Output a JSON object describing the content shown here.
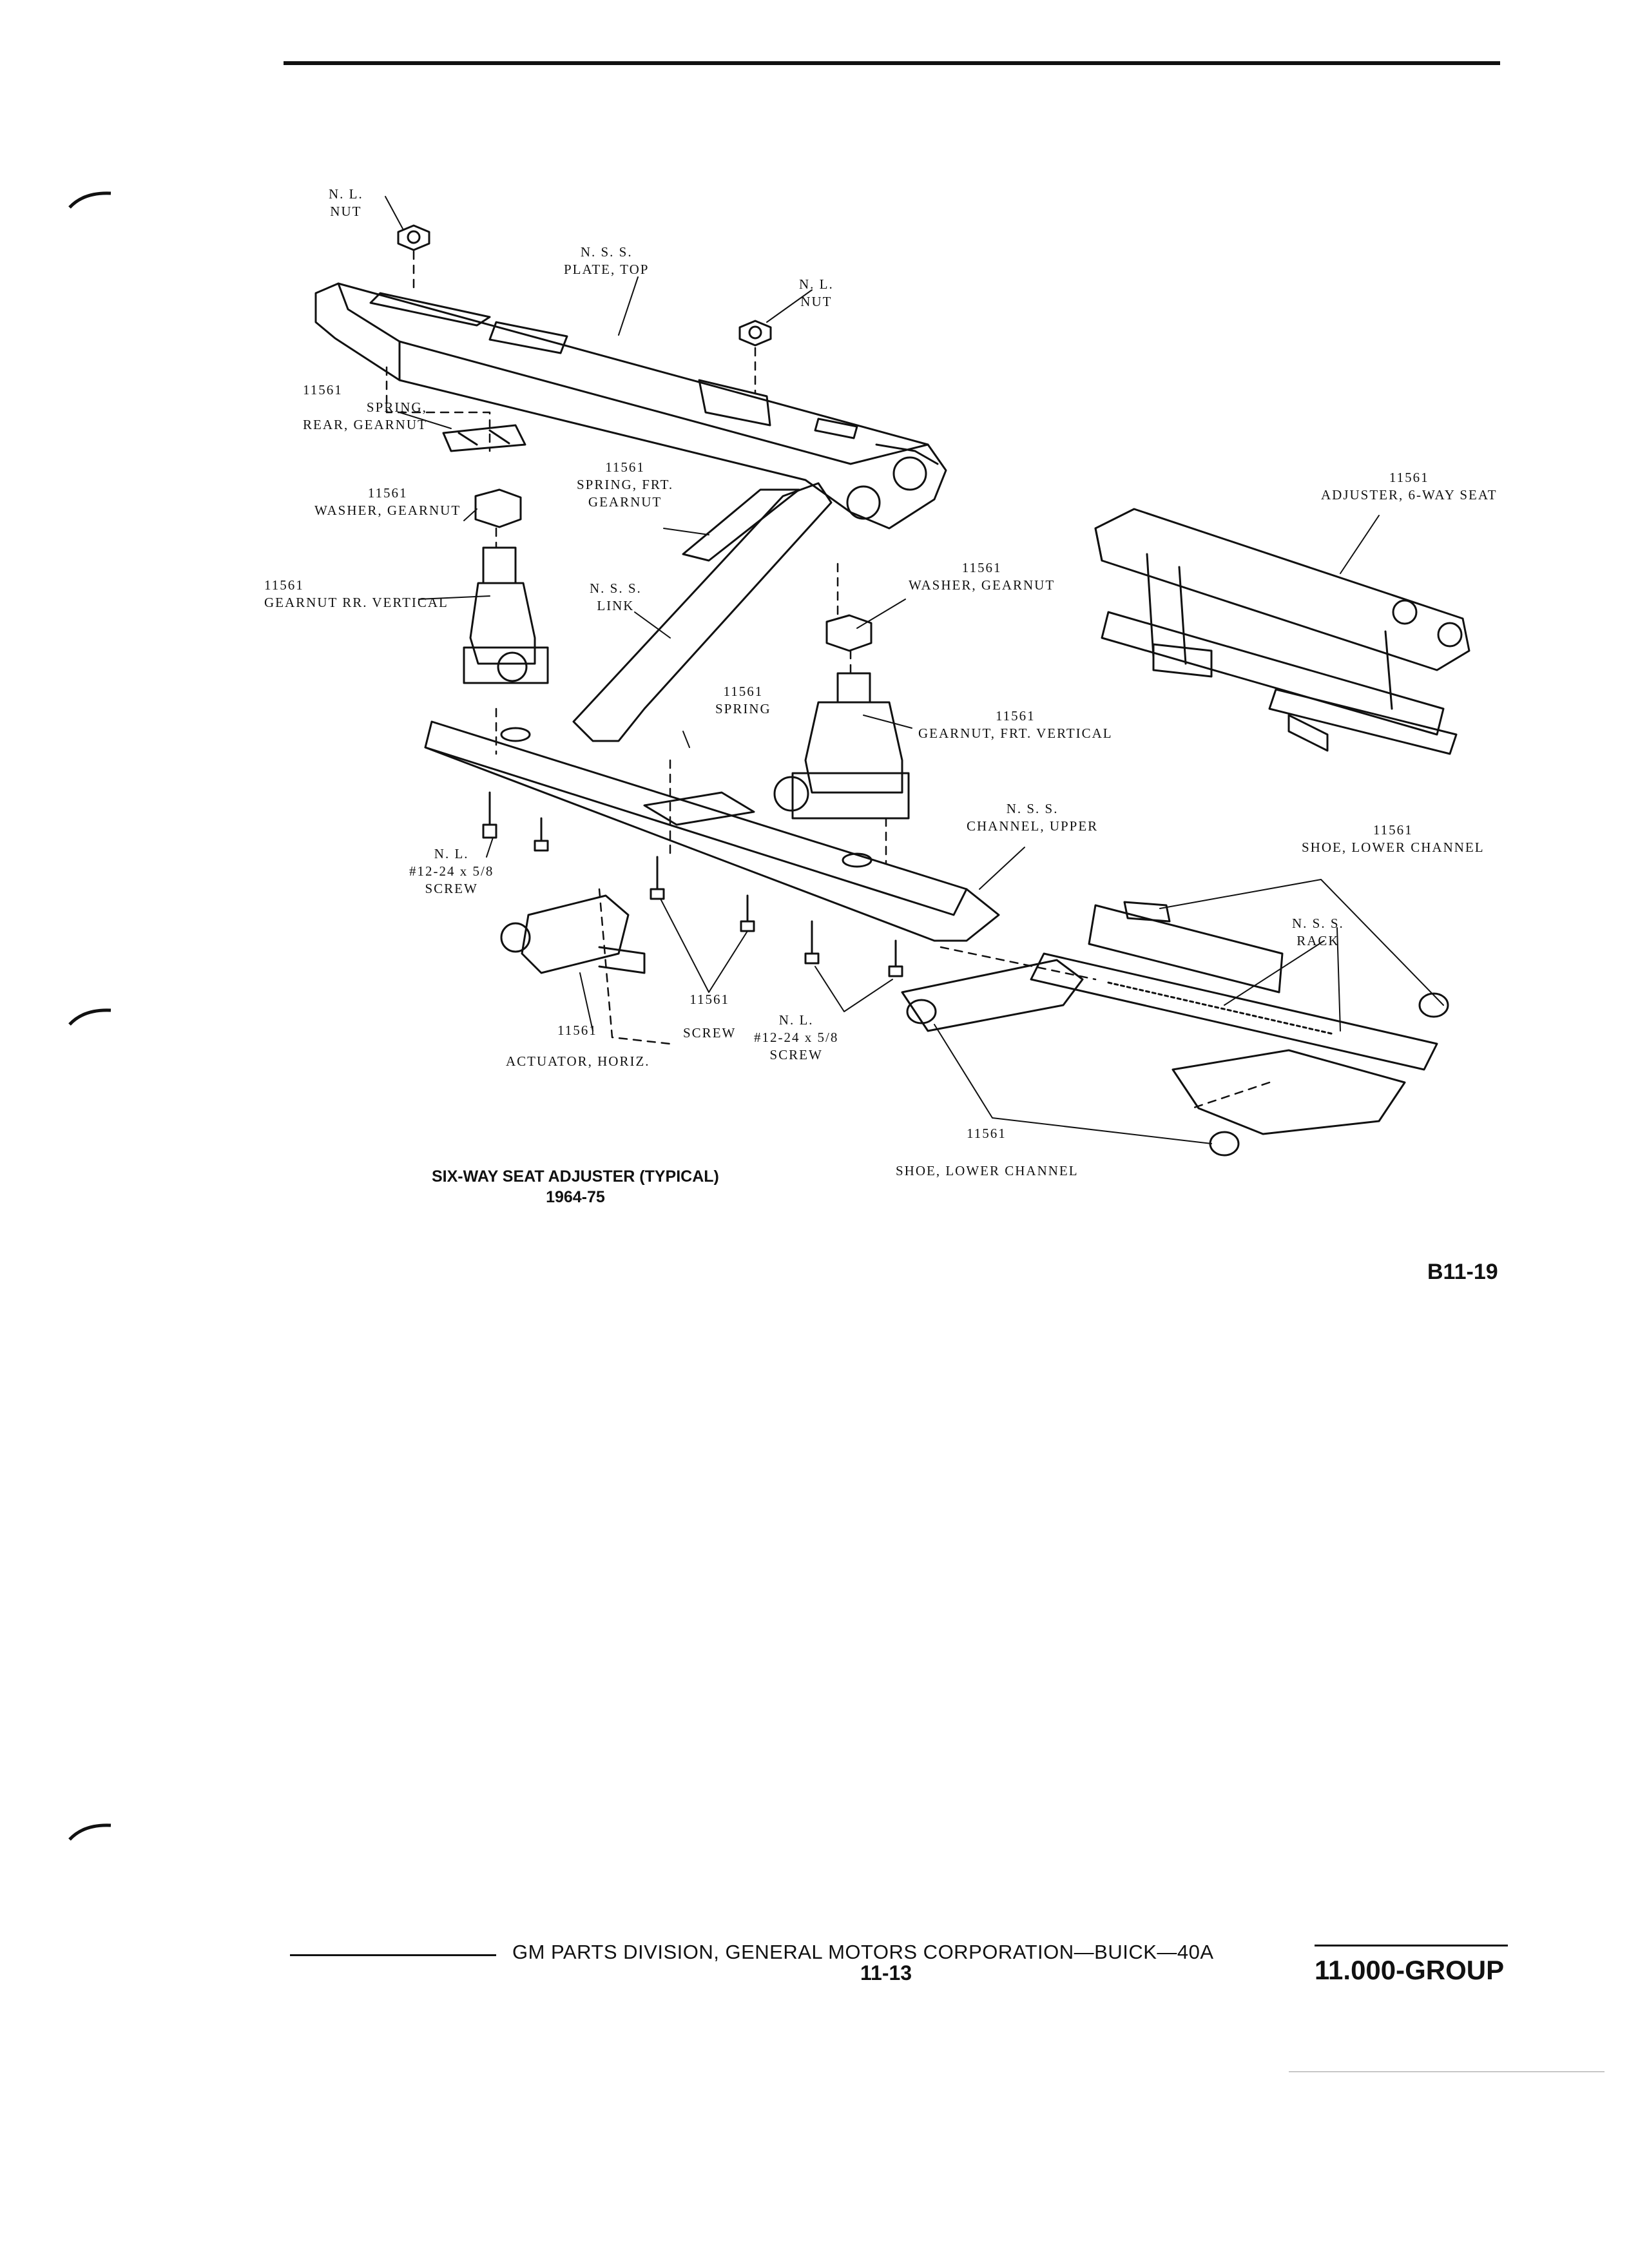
{
  "page_code": "B11-19",
  "caption": {
    "title": "SIX-WAY SEAT ADJUSTER (TYPICAL)",
    "years": "1964-75"
  },
  "callouts": {
    "nl_nut_left": [
      "N. L.",
      "NUT"
    ],
    "nss_plate_top": [
      "N. S. S.",
      "PLATE, TOP"
    ],
    "nl_nut_right": [
      "N. L.",
      "NUT"
    ],
    "spring_rear_gearnut": [
      "11561",
      "SPRING,",
      "REAR, GEARNUT"
    ],
    "washer_gearnut_left": [
      "11561",
      "WASHER, GEARNUT"
    ],
    "spring_frt_gearnut": [
      "11561",
      "SPRING, FRT.",
      "GEARNUT"
    ],
    "gearnut_rr_vertical": [
      "11561",
      "GEARNUT RR. VERTICAL"
    ],
    "nss_link": [
      "N. S. S.",
      "LINK"
    ],
    "washer_gearnut_right": [
      "11561",
      "WASHER, GEARNUT"
    ],
    "spring": [
      "11561",
      "SPRING"
    ],
    "gearnut_frt_vertical": [
      "11561",
      "GEARNUT, FRT. VERTICAL"
    ],
    "adjuster_6way": [
      "11561",
      "ADJUSTER, 6-WAY SEAT"
    ],
    "nss_channel_upper": [
      "N. S. S.",
      "CHANNEL, UPPER"
    ],
    "shoe_lower_channel_upper": [
      "11561",
      "SHOE, LOWER CHANNEL"
    ],
    "nss_rack": [
      "N. S. S.",
      "RACK"
    ],
    "nl_screw_left": [
      "N. L.",
      "#12-24 x 5/8",
      "SCREW"
    ],
    "screw_11561": [
      "11561",
      "SCREW"
    ],
    "nl_screw_right": [
      "N. L.",
      "#12-24 x 5/8",
      "SCREW"
    ],
    "actuator_horiz": [
      "11561",
      "ACTUATOR, HORIZ."
    ],
    "shoe_lower_channel_lower": [
      "11561",
      "SHOE, LOWER CHANNEL"
    ]
  },
  "footer": {
    "division": "GM PARTS DIVISION, GENERAL MOTORS CORPORATION—BUICK—40A",
    "page_number": "11-13",
    "group": "11.000-GROUP"
  }
}
